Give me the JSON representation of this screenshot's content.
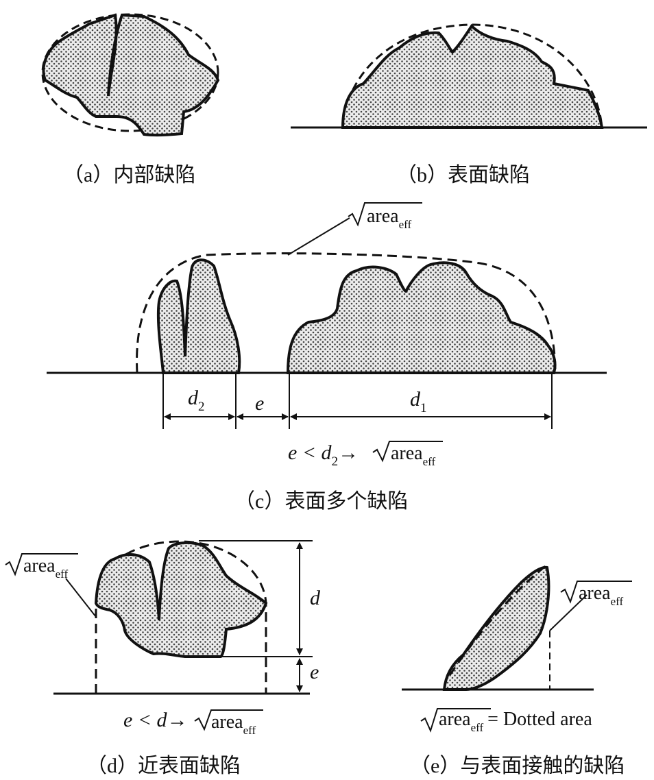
{
  "captions": {
    "a": "（a）内部缺陷",
    "b": "（b）表面缺陷",
    "c": "（c）表面多个缺陷",
    "d": "（d）近表面缺陷",
    "e": "（e）与表面接触的缺陷"
  },
  "labels": {
    "area": "area",
    "eff": "eff",
    "d": "d",
    "d1": "d",
    "d1_sub": "1",
    "d2": "d",
    "d2_sub": "2",
    "e": "e",
    "rule_c_lhs": "e < d",
    "rule_c_sub": "2",
    "rule_d_lhs": "e < d",
    "arrow": "→",
    "dotted_area": "= Dotted area"
  },
  "colors": {
    "ink": "#111111",
    "dot": "#555555",
    "fill_bg": "#e8e8e8"
  }
}
